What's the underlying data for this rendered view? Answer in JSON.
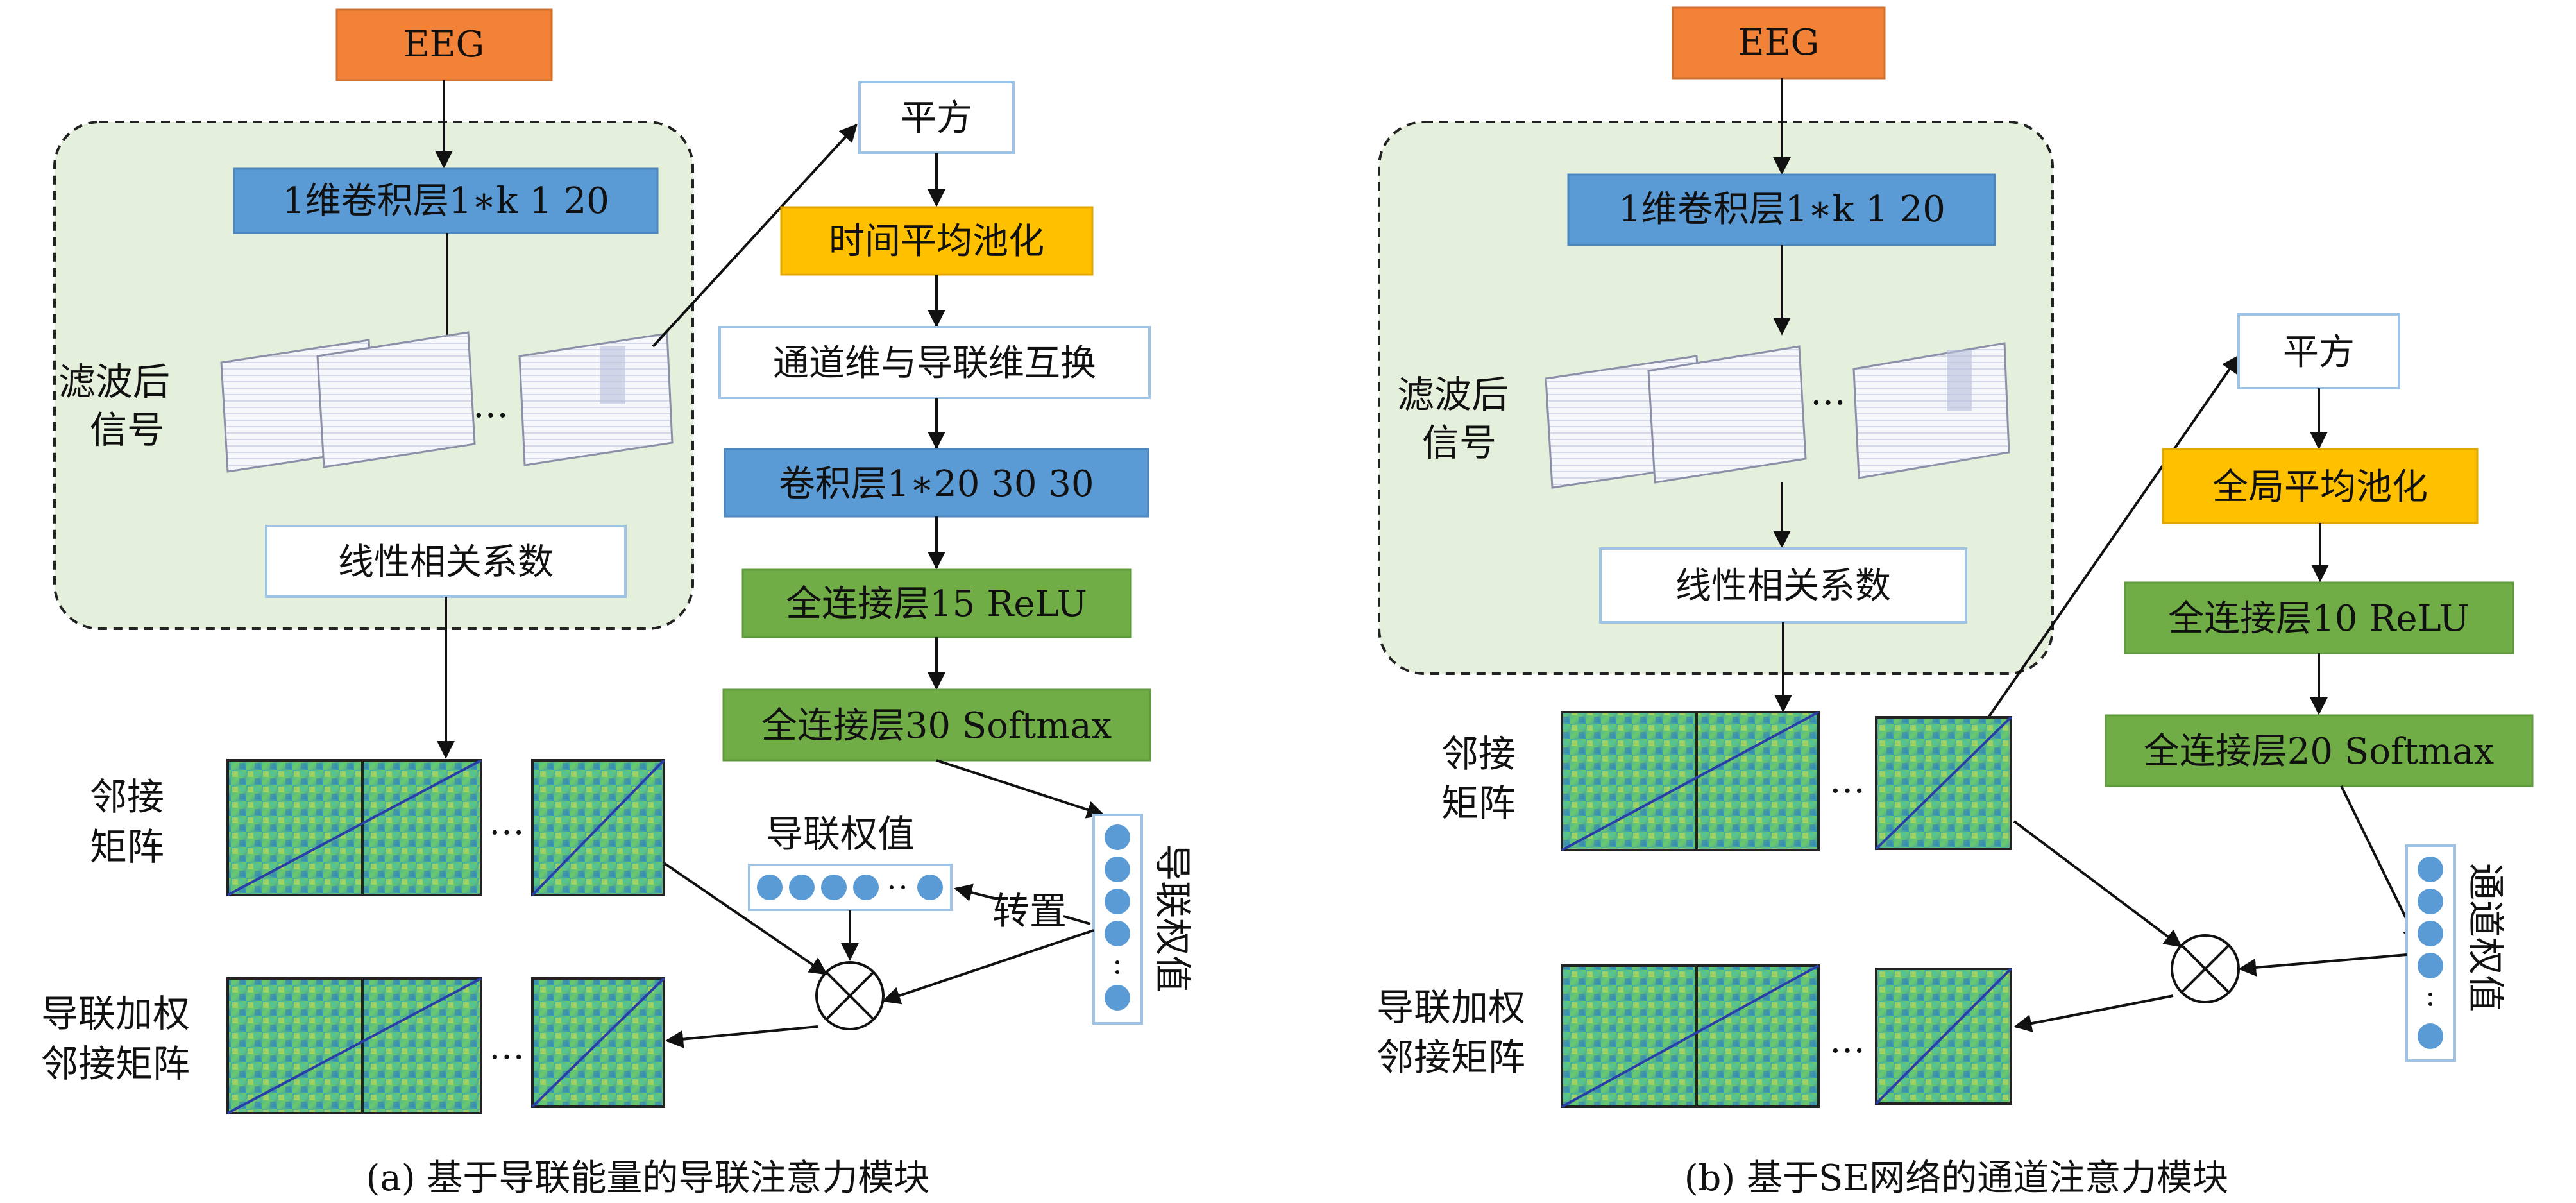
{
  "colors": {
    "eeg": "#f28238",
    "conv": "#5b9bd5",
    "pool": "#ffc000",
    "fc": "#70ad47",
    "module_bg": "#e5f0dc",
    "box_border": "#9dc3e6",
    "node": "#5b9bd5"
  },
  "panel_a": {
    "eeg": "EEG",
    "conv1d": "1维卷积层1∗k 1 20",
    "filtered_line1": "滤波后",
    "filtered_line2": "信号",
    "ellipsis": "…",
    "corr": "线性相关系数",
    "square": "平方",
    "time_pool": "时间平均池化",
    "swap": "通道维与导联维互换",
    "conv2": "卷积层1∗20 30 30",
    "fc1": "全连接层15 ReLU",
    "fc2": "全连接层30 Softmax",
    "lead_weight_vertical": "导联权值",
    "lead_weight_horizontal": "导联权值",
    "transpose": "转置",
    "adj_line1": "邻接",
    "adj_line2": "矩阵",
    "weighted_line1": "导联加权",
    "weighted_line2": "邻接矩阵",
    "caption": "(a) 基于导联能量的导联注意力模块"
  },
  "panel_b": {
    "eeg": "EEG",
    "conv1d": "1维卷积层1∗k 1 20",
    "filtered_line1": "滤波后",
    "filtered_line2": "信号",
    "ellipsis": "…",
    "corr": "线性相关系数",
    "square": "平方",
    "global_pool": "全局平均池化",
    "fc1": "全连接层10 ReLU",
    "fc2": "全连接层20 Softmax",
    "channel_weight_vertical": "通道权值",
    "adj_line1": "邻接",
    "adj_line2": "矩阵",
    "weighted_line1": "导联加权",
    "weighted_line2": "邻接矩阵",
    "caption": "(b) 基于SE网络的通道注意力模块"
  }
}
